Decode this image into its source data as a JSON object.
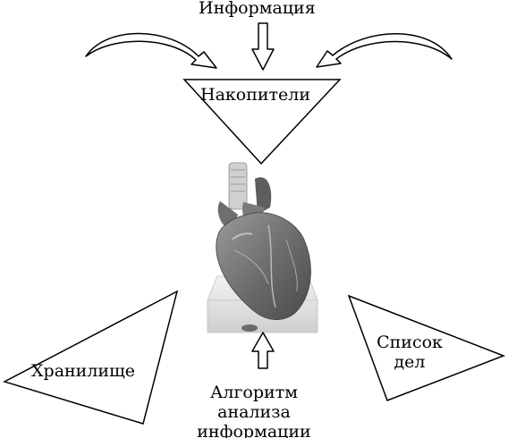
{
  "diagram": {
    "top_label": "Информация",
    "center_triangle_label": "Накопители",
    "left_triangle_label": "Хранилище",
    "right_triangle_label_lines": [
      "Список",
      "дел"
    ],
    "bottom_label_lines": [
      "Алгоритм",
      "анализа",
      "информации"
    ]
  },
  "image": {
    "subject": "heart-model-icon"
  },
  "colors": {
    "line": "#000000",
    "background": "#ffffff",
    "heart_dark": "#5d5d5d",
    "heart_mid": "#8a8a8a",
    "heart_light": "#c4c4c4",
    "stand": "#e6e6e6"
  }
}
